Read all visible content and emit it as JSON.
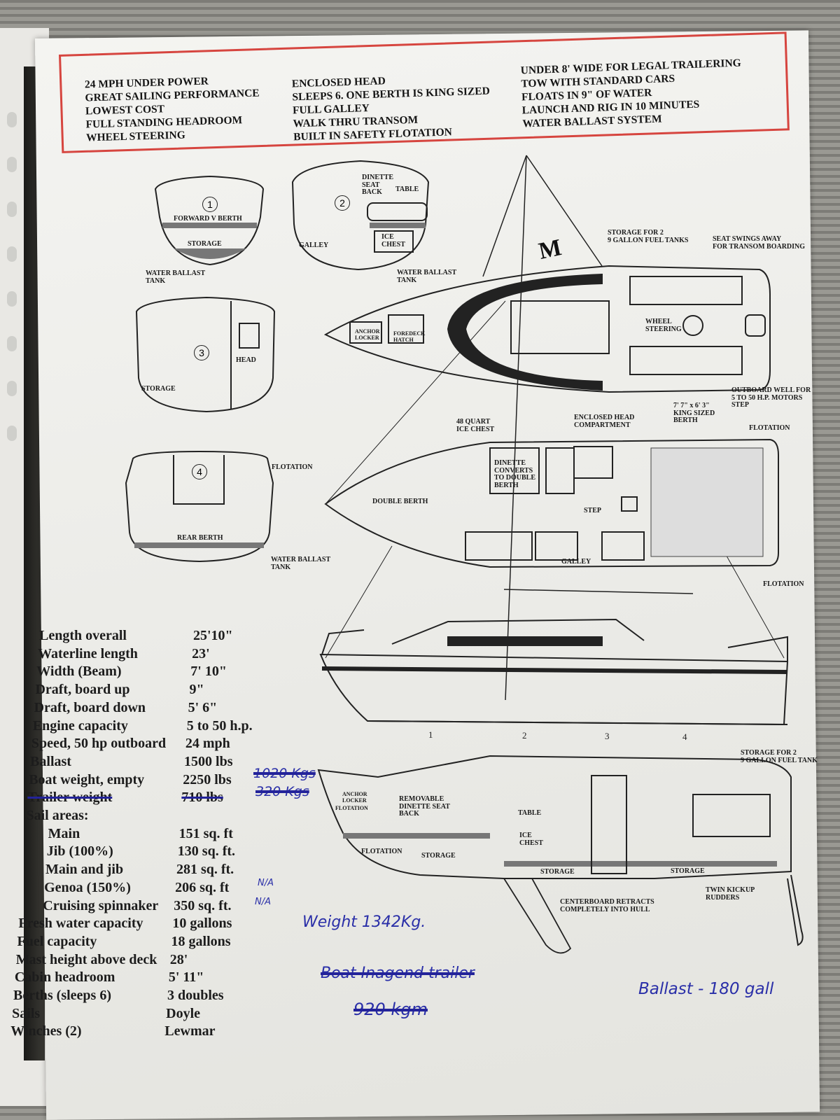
{
  "features": {
    "col1": [
      "24 MPH UNDER POWER",
      "GREAT SAILING PERFORMANCE",
      "LOWEST COST",
      "FULL STANDING HEADROOM",
      "WHEEL STEERING"
    ],
    "col2": [
      "ENCLOSED HEAD",
      "SLEEPS 6.  ONE BERTH IS KING SIZED",
      "FULL GALLEY",
      "WALK THRU TRANSOM",
      "BUILT IN SAFETY FLOTATION"
    ],
    "col3": [
      "UNDER 8' WIDE FOR LEGAL TRAILERING",
      "TOW WITH STANDARD CARS",
      "FLOATS IN 9\" OF WATER",
      "LAUNCH AND RIG IN 10 MINUTES",
      "WATER BALLAST SYSTEM"
    ]
  },
  "logo": "M",
  "sections": {
    "s1": {
      "num": "1",
      "forward_v_berth": "FORWARD V BERTH",
      "storage": "STORAGE",
      "tank": "WATER BALLAST\nTANK"
    },
    "s2": {
      "num": "2",
      "dinette": "DINETTE\nSEAT\nBACK",
      "table": "TABLE",
      "galley": "GALLEY",
      "ice": "ICE\nCHEST",
      "tank": "WATER BALLAST\nTANK"
    },
    "s3": {
      "num": "3",
      "head": "HEAD",
      "storage": "STORAGE"
    },
    "s4": {
      "num": "4",
      "flotation": "FLOTATION",
      "rear_berth": "REAR BERTH",
      "tank": "WATER BALLAST\nTANK"
    }
  },
  "deck": {
    "fuel": "STORAGE FOR 2\n9 GALLON FUEL TANKS",
    "seat": "SEAT SWINGS AWAY\nFOR TRANSOM BOARDING",
    "anchor": "ANCHOR\nLOCKER",
    "hatch": "FOREDECK\nHATCH",
    "wheel": "WHEEL\nSTEERING",
    "outboard": "OUTBOARD WELL FOR\n5 TO 50 H.P. MOTORS\nSTEP"
  },
  "interior": {
    "ice": "48 QUART\nICE CHEST",
    "head": "ENCLOSED HEAD\nCOMPARTMENT",
    "king": "7' 7\" x 6' 3\"\nKING SIZED\nBERTH",
    "flot1": "FLOTATION",
    "dinette": "DINETTE\nCONVERTS\nTO DOUBLE\nBERTH",
    "double": "DOUBLE BERTH",
    "step": "STEP",
    "galley": "GALLEY",
    "flot2": "FLOTATION"
  },
  "stations": [
    "1",
    "2",
    "3",
    "4"
  ],
  "profile": {
    "fuel": "STORAGE FOR 2\n9 GALLON FUEL TANK",
    "anchor": "ANCHOR\nLOCKER",
    "anchor_flot": "FLOTATION",
    "seatback": "REMOVABLE\nDINETTE SEAT\nBACK",
    "table": "TABLE",
    "ice": "ICE\nCHEST",
    "flot": "FLOTATION",
    "storage1": "STORAGE",
    "storage2": "STORAGE",
    "storage3": "STORAGE",
    "rudders": "TWIN KICKUP\nRUDDERS",
    "centerboard": "CENTERBOARD RETRACTS\nCOMPLETELY INTO HULL"
  },
  "specs": [
    {
      "label": "Length overall",
      "value": "25'10\""
    },
    {
      "label": "Waterline length",
      "value": "23'"
    },
    {
      "label": "Width (Beam)",
      "value": "7' 10\""
    },
    {
      "label": "Draft, board up",
      "value": "9\""
    },
    {
      "label": "Draft, board down",
      "value": "5' 6\""
    },
    {
      "label": "Engine capacity",
      "value": "5 to 50 h.p."
    },
    {
      "label": "Speed, 50 hp outboard",
      "value": "24 mph"
    },
    {
      "label": "Ballast",
      "value": "1500 lbs"
    },
    {
      "label": "Boat weight, empty",
      "value": "2250 lbs"
    },
    {
      "label": "Trailer weight",
      "value": "710 lbs",
      "struck": true
    },
    {
      "label": "Sail areas:",
      "value": ""
    },
    {
      "label": "Main",
      "value": "151 sq. ft",
      "indent": true
    },
    {
      "label": "Jib (100%)",
      "value": "130 sq. ft.",
      "indent": true
    },
    {
      "label": "Main and jib",
      "value": "281 sq. ft.",
      "indent": true
    },
    {
      "label": "Genoa (150%)",
      "value": "206 sq. ft",
      "indent": true
    },
    {
      "label": "Cruising spinnaker",
      "value": "350 sq. ft.",
      "indent": true
    },
    {
      "label": "Fresh water capacity",
      "value": "10 gallons"
    },
    {
      "label": "Fuel capacity",
      "value": "18 gallons"
    },
    {
      "label": "Mast height above deck",
      "value": "28'"
    },
    {
      "label": "Cabin headroom",
      "value": "5' 11\""
    },
    {
      "label": "Berths (sleeps 6)",
      "value": "3 doubles"
    },
    {
      "label": "Sails",
      "value": "Doyle"
    },
    {
      "label": "Winches (2)",
      "value": "Lewmar"
    }
  ],
  "handwritten": {
    "struck_kgs_1": "1020 Kgs",
    "struck_kgs_2": "320 Kgs",
    "na_genoa": "N/A",
    "na_spinnaker": "N/A",
    "weight": "Weight 1342Kg.",
    "struck_line": "Boat Inagend trailer",
    "struck_kgm": "920 kgm",
    "ballast": "Ballast - 180 gall"
  },
  "colors": {
    "border_red": "#d6453f",
    "ink_blue": "#2a2fa8"
  }
}
